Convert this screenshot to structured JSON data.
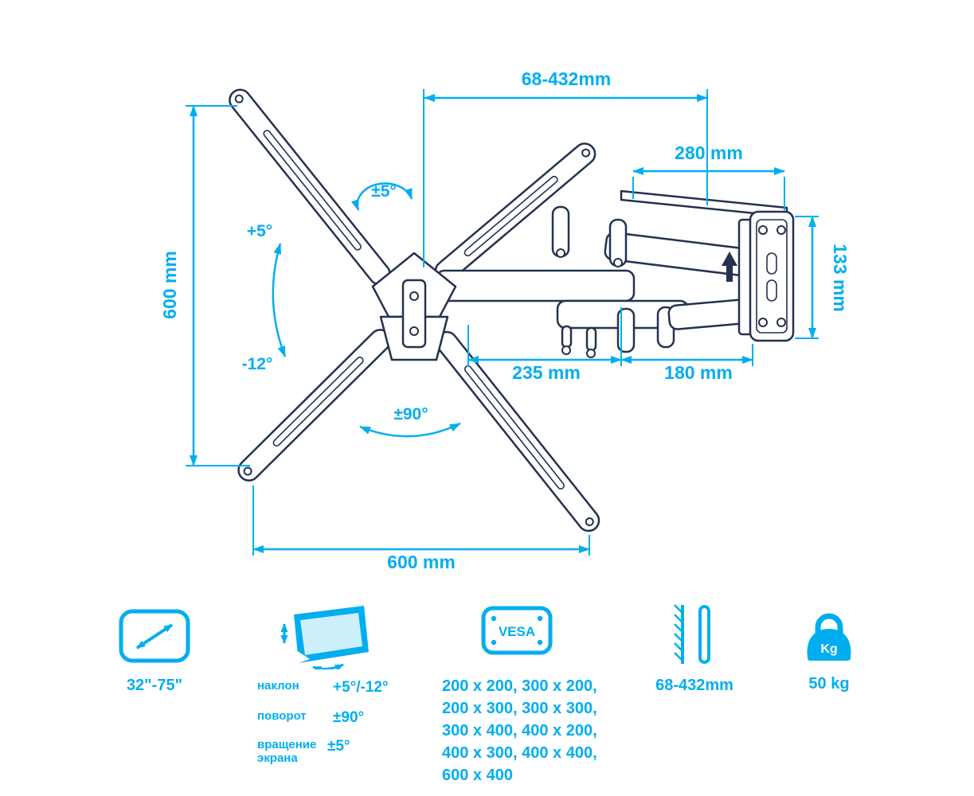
{
  "colors": {
    "accent": "#00AEEF",
    "line": "#233250"
  },
  "diagram": {
    "dims": {
      "top_width": "68-432mm",
      "depth": "280 mm",
      "plate_height": "133 mm",
      "height": "600 mm",
      "bottom_width": "600 mm",
      "arm_front": "235 mm",
      "arm_rear": "180 mm",
      "rotation": "±5°",
      "tilt_up": "+5°",
      "tilt_down": "-12°",
      "swivel": "±90°"
    }
  },
  "specs": {
    "screen_size": {
      "value": "32\"-75\""
    },
    "movement": {
      "rows": [
        {
          "name": "наклон",
          "value": "+5°/-12°"
        },
        {
          "name": "поворот",
          "value": "±90°"
        },
        {
          "name": "вращение экрана",
          "value": "±5°"
        }
      ]
    },
    "vesa": {
      "title": "VESA",
      "lines": [
        "200 x 200, 300 x 200,",
        "200 x 300, 300 x 300,",
        "300 x 400, 400 x 200,",
        "400 x 300, 400 x 400,",
        "600 x 400"
      ]
    },
    "wall_distance": {
      "value": "68-432mm"
    },
    "weight": {
      "icon_label": "Kg",
      "value": "50 kg"
    }
  }
}
